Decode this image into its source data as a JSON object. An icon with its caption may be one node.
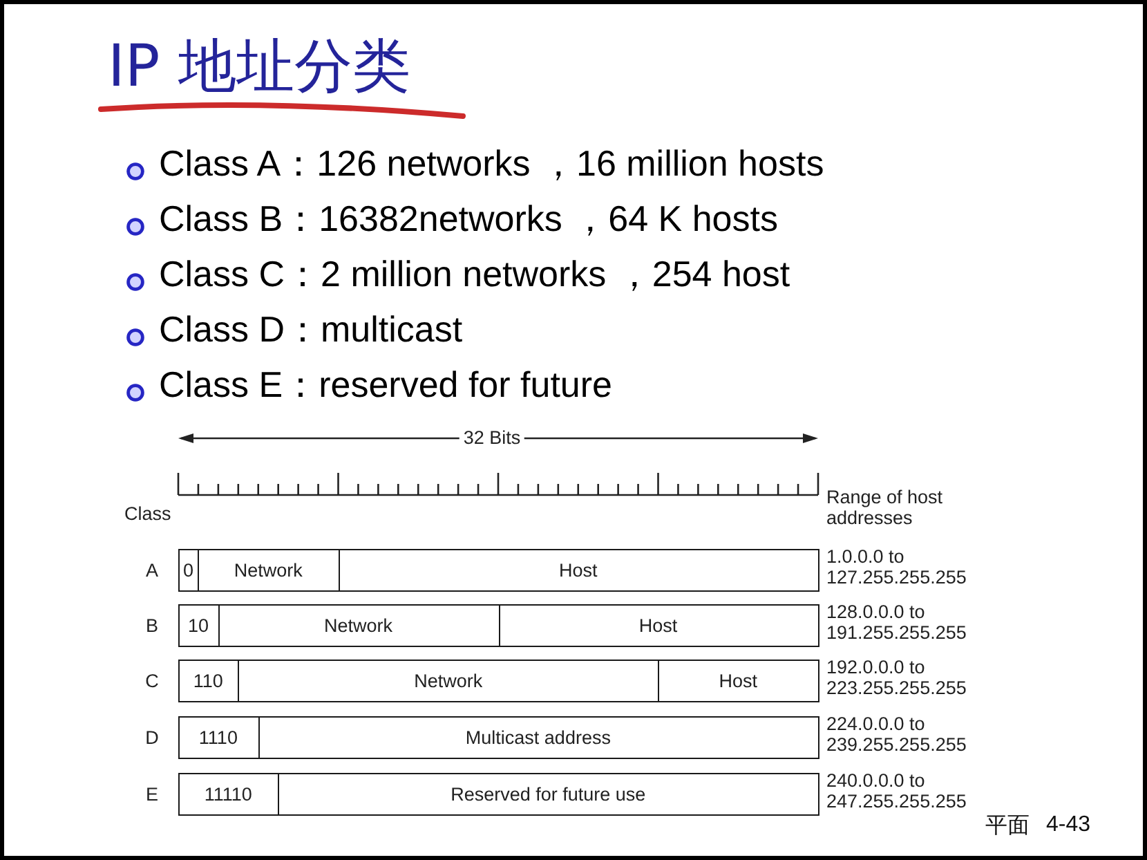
{
  "diagram": {
    "title": "IP 地址分类",
    "nodes": [
      {
        "text": [
          "0",
          "Network",
          "Host"
        ],
        "beside": [
          "A",
          "1.0.0.0 to 127.255.255.255"
        ]
      },
      {
        "text": [
          "10",
          "Network",
          "Host"
        ],
        "beside": [
          "B",
          "128.0.0.0 to 191.255.255.255"
        ]
      },
      {
        "text": [
          "110",
          "Network",
          "Host"
        ],
        "beside": [
          "C",
          "192.0.0.0 to 223.255.255.255"
        ]
      },
      {
        "text": [
          "1110",
          "Multicast address"
        ],
        "beside": [
          "D",
          "224.0.0.0 to 239.255.255.255"
        ]
      },
      {
        "text": [
          "11110",
          "Reserved for future use"
        ],
        "beside": [
          "E",
          "240.0.0.0 to 247.255.255.255"
        ]
      }
    ],
    "labels": [
      "Class A：126 networks ，16 million hosts",
      "Class B：16382networks ，64 K hosts",
      "Class C：2 million networks ，254 host",
      "Class D：multicast",
      "Class E：reserved for future",
      "32 Bits",
      "Class",
      "Range of host addresses",
      "平面",
      "4-43"
    ]
  }
}
